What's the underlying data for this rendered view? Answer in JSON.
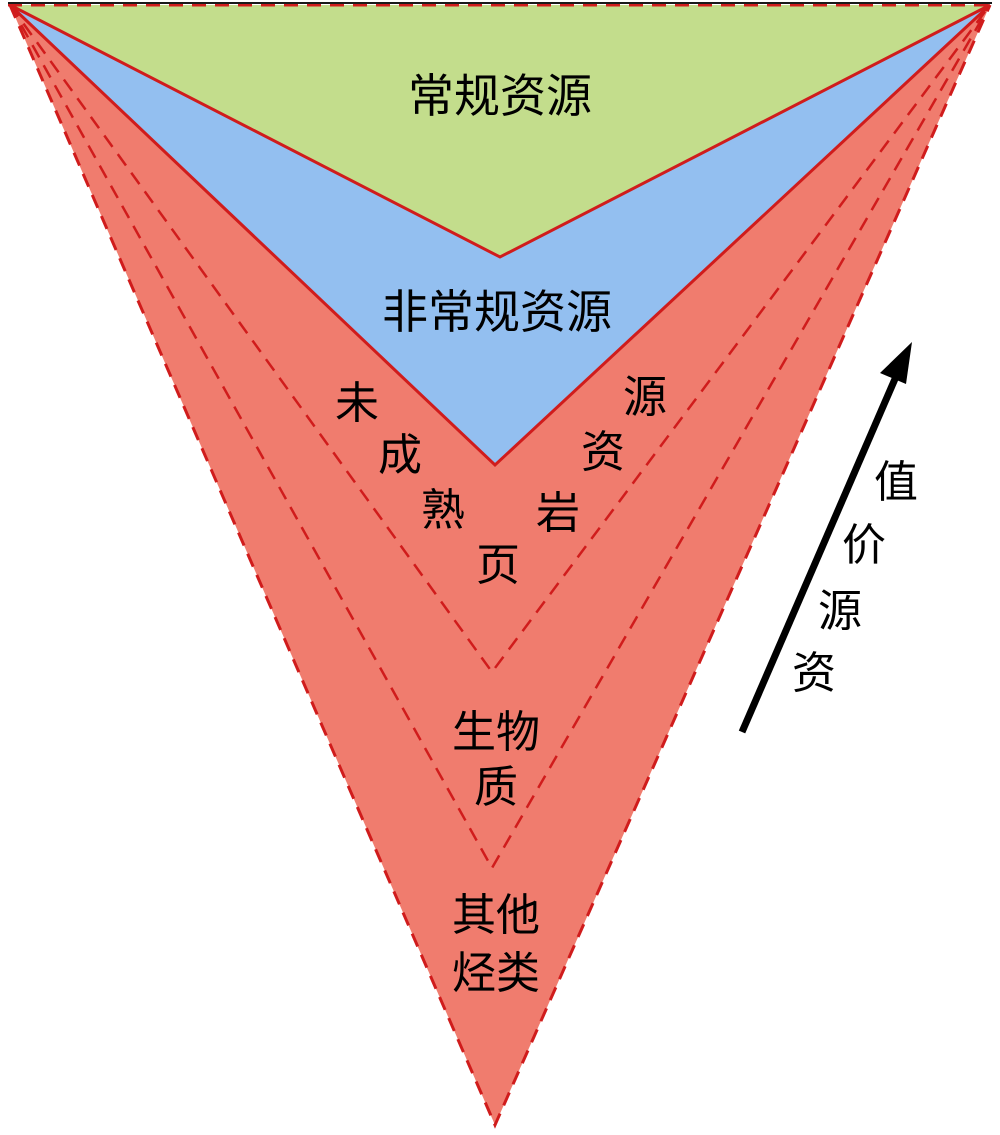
{
  "colors": {
    "conventional_fill": "#C3DD8C",
    "unconventional_fill": "#93BFF0",
    "other_fill": "#F07C6E",
    "line": "#D01C1C",
    "arrow": "#000000"
  },
  "labels": {
    "conventional": "常规资源",
    "unconventional": "非常规资源",
    "immature_shale": [
      "未",
      "成",
      "熟",
      "页"
    ],
    "shale_resource": [
      "岩",
      "资",
      "源"
    ],
    "biomass": [
      "生物",
      "质"
    ],
    "other_hydrocarbons": [
      "其他",
      "烃类"
    ],
    "resource_value": [
      "值",
      "价",
      "源",
      "资"
    ]
  },
  "arrow": {
    "icon": "up-right-arrow-icon"
  }
}
